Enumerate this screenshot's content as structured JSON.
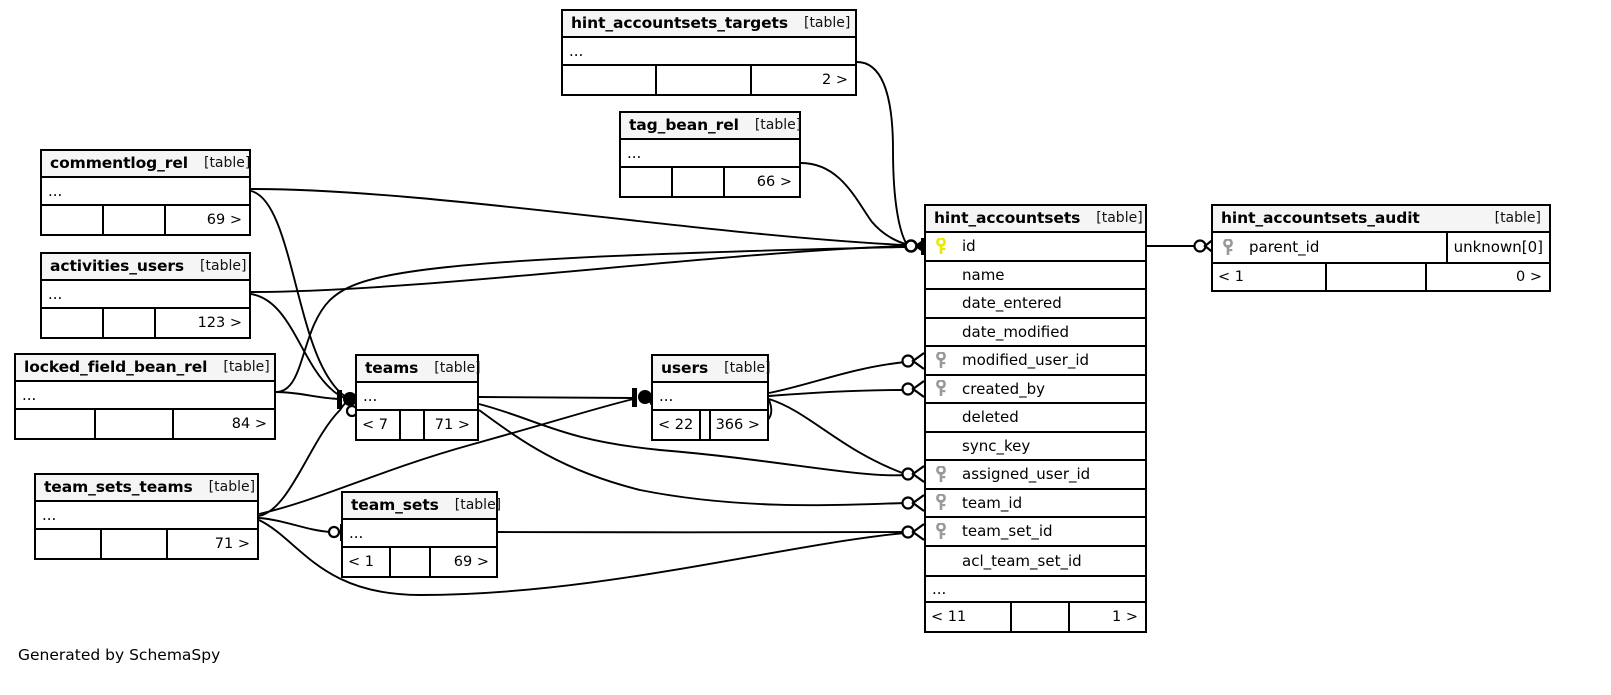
{
  "diagram": {
    "credit": "Generated by SchemaSpy",
    "table_kind_label": "[table]",
    "ellipsis": "...",
    "colors": {
      "border": "#000000",
      "header_bg": "#f5f5f5",
      "primary_key": "#e8e800",
      "foreign_key": "#999999",
      "edge": "#000000",
      "background": "#ffffff"
    }
  },
  "tables": {
    "hint_accountsets_targets": {
      "name": "hint_accountsets_targets",
      "kind": "[table]",
      "ellipsis": "...",
      "footer": {
        "left": "",
        "middle": "",
        "right": "2 >"
      }
    },
    "tag_bean_rel": {
      "name": "tag_bean_rel",
      "kind": "[table]",
      "ellipsis": "...",
      "footer": {
        "left": "",
        "middle": "",
        "right": "66 >"
      }
    },
    "commentlog_rel": {
      "name": "commentlog_rel",
      "kind": "[table]",
      "ellipsis": "...",
      "footer": {
        "left": "",
        "middle": "",
        "right": "69 >"
      }
    },
    "activities_users": {
      "name": "activities_users",
      "kind": "[table]",
      "ellipsis": "...",
      "footer": {
        "left": "",
        "middle": "",
        "right": "123 >"
      }
    },
    "locked_field_bean_rel": {
      "name": "locked_field_bean_rel",
      "kind": "[table]",
      "ellipsis": "...",
      "footer": {
        "left": "",
        "middle": "",
        "right": "84 >"
      }
    },
    "team_sets_teams": {
      "name": "team_sets_teams",
      "kind": "[table]",
      "ellipsis": "...",
      "footer": {
        "left": "",
        "middle": "",
        "right": "71 >"
      }
    },
    "teams": {
      "name": "teams",
      "kind": "[table]",
      "ellipsis": "...",
      "footer": {
        "left": "< 7",
        "middle": "",
        "right": "71 >"
      }
    },
    "users": {
      "name": "users",
      "kind": "[table]",
      "ellipsis": "...",
      "footer": {
        "left": "< 22",
        "middle": "",
        "right": "366 >"
      }
    },
    "team_sets": {
      "name": "team_sets",
      "kind": "[table]",
      "ellipsis": "...",
      "footer": {
        "left": "< 1",
        "middle": "",
        "right": "69 >"
      }
    },
    "hint_accountsets": {
      "name": "hint_accountsets",
      "kind": "[table]",
      "ellipsis": "...",
      "columns": [
        {
          "label": "id",
          "key": "primary"
        },
        {
          "label": "name",
          "key": "none"
        },
        {
          "label": "date_entered",
          "key": "none"
        },
        {
          "label": "date_modified",
          "key": "none"
        },
        {
          "label": "modified_user_id",
          "key": "foreign"
        },
        {
          "label": "created_by",
          "key": "foreign"
        },
        {
          "label": "deleted",
          "key": "none"
        },
        {
          "label": "sync_key",
          "key": "none"
        },
        {
          "label": "assigned_user_id",
          "key": "foreign"
        },
        {
          "label": "team_id",
          "key": "foreign"
        },
        {
          "label": "team_set_id",
          "key": "foreign"
        },
        {
          "label": "acl_team_set_id",
          "key": "none"
        }
      ],
      "footer": {
        "left": "< 11",
        "middle": "",
        "right": "1 >"
      }
    },
    "hint_accountsets_audit": {
      "name": "hint_accountsets_audit",
      "kind": "[table]",
      "columns": [
        {
          "label": "parent_id",
          "key": "foreign",
          "type": "unknown[0]"
        }
      ],
      "footer": {
        "left": "< 1",
        "middle": "",
        "right": "0 >"
      }
    }
  }
}
